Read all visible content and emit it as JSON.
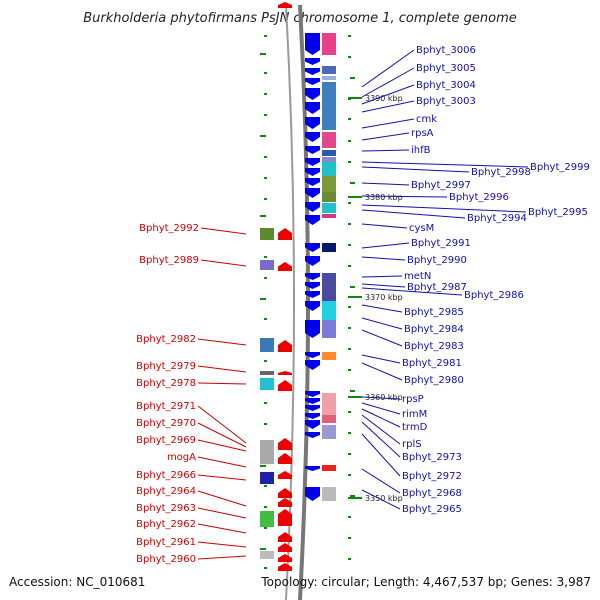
{
  "title": "Burkholderia phytofirmans PsJN chromosome 1, complete genome",
  "footer": {
    "accession": "Accession: NC_010681",
    "topology": "Topology: circular; Length: 4,467,537 bp; Genes: 3,987"
  },
  "colors": {
    "forward": "#0000ee",
    "reverse": "#ee0000",
    "forward_label": "#1010b0",
    "reverse_label": "#cc0000",
    "backbone": "#999999",
    "tick": "#118811"
  },
  "kbp_markers": [
    "3390 kbp",
    "3380 kbp",
    "3370 kbp",
    "3360 kbp",
    "3350 kbp"
  ],
  "forward_genes": [
    "Bphyt_3006",
    "Bphyt_3005",
    "Bphyt_3004",
    "Bphyt_3003",
    "cmk",
    "rpsA",
    "ihfB",
    "Bphyt_2999",
    "Bphyt_2998",
    "Bphyt_2997",
    "Bphyt_2996",
    "Bphyt_2995",
    "Bphyt_2994",
    "cysM",
    "Bphyt_2991",
    "Bphyt_2990",
    "metN",
    "Bphyt_2987",
    "Bphyt_2986",
    "Bphyt_2985",
    "Bphyt_2984",
    "Bphyt_2983",
    "Bphyt_2981",
    "Bphyt_2980",
    "rpsP",
    "rimM",
    "trmD",
    "rplS",
    "Bphyt_2973",
    "Bphyt_2972",
    "Bphyt_2968",
    "Bphyt_2965"
  ],
  "reverse_genes": [
    "Bphyt_2992",
    "Bphyt_2989",
    "Bphyt_2982",
    "Bphyt_2979",
    "Bphyt_2978",
    "Bphyt_2971",
    "Bphyt_2970",
    "Bphyt_2969",
    "mogA",
    "Bphyt_2966",
    "Bphyt_2964",
    "Bphyt_2963",
    "Bphyt_2962",
    "Bphyt_2961",
    "Bphyt_2960"
  ]
}
